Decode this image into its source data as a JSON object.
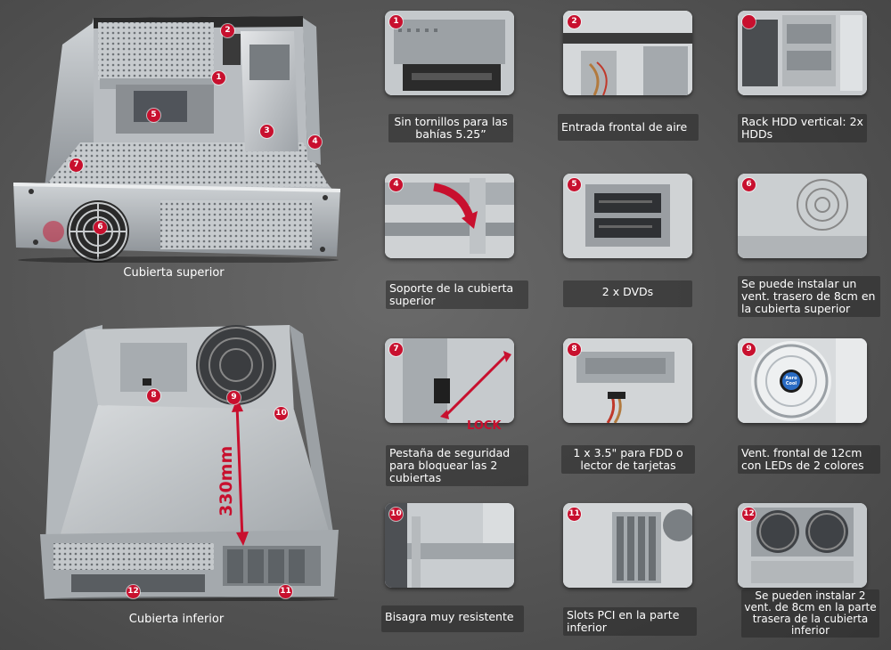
{
  "top_photo": {
    "label": "Cubierta superior",
    "badges": [
      "1",
      "2",
      "1",
      "5",
      "3",
      "4",
      "7",
      "6"
    ]
  },
  "bottom_photo": {
    "label": "Cubierta inferior",
    "badges": [
      "8",
      "9",
      "10",
      "12",
      "11"
    ],
    "dimension": "330mm"
  },
  "features": [
    {
      "number": "1",
      "caption": "Sin tornillos para las bahías 5.25”"
    },
    {
      "number": "2",
      "caption": "Entrada frontal de aire"
    },
    {
      "number": "",
      "caption": "Rack HDD vertical: 2x HDDs"
    },
    {
      "number": "4",
      "caption": "Soporte de la cubierta superior"
    },
    {
      "number": "5",
      "caption": "2 x DVDs"
    },
    {
      "number": "6",
      "caption": "Se puede instalar un vent. trasero de 8cm en la cubierta superior"
    },
    {
      "number": "7",
      "caption": "Pestaña de seguridad para bloquear las 2 cubiertas",
      "overlay": "LOCK"
    },
    {
      "number": "8",
      "caption": "1 x 3.5\" para FDD o lector de tarjetas"
    },
    {
      "number": "9",
      "caption": "Vent. frontal de 12cm con LEDs de 2 colores",
      "overlay": "Aero Cool"
    },
    {
      "number": "10",
      "caption": "Bisagra muy resistente"
    },
    {
      "number": "11",
      "caption": "Slots PCI en la parte inferior"
    },
    {
      "number": "12",
      "caption": "Se pueden instalar 2 vent. de 8cm en la parte trasera de la cubierta inferior"
    }
  ]
}
